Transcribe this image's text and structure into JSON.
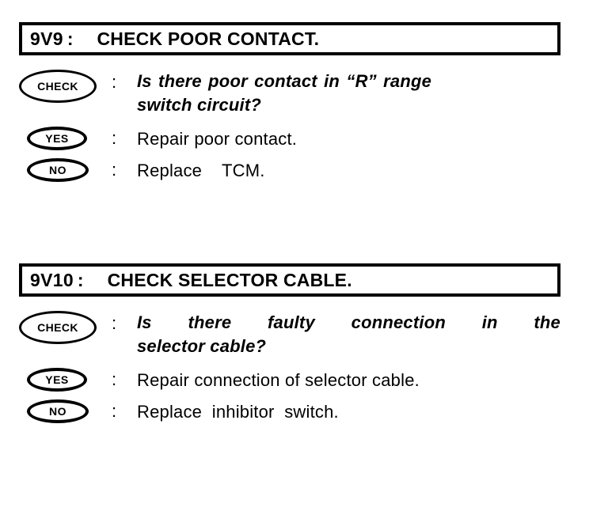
{
  "page": {
    "background_color": "#ffffff",
    "text_color": "#000000"
  },
  "steps": [
    {
      "code": "9V9",
      "separator": ":",
      "title": "CHECK POOR CONTACT.",
      "check": {
        "badge": "CHECK",
        "separator": ":",
        "question_line1": "Is there poor contact in “R” range",
        "question_line2": "switch circuit?"
      },
      "yes": {
        "badge": "YES",
        "separator": ":",
        "action": "Repair poor contact."
      },
      "no": {
        "badge": "NO",
        "separator": ":",
        "action": "Replace    TCM."
      }
    },
    {
      "code": "9V10",
      "separator": ":",
      "title": "CHECK SELECTOR CABLE.",
      "check": {
        "badge": "CHECK",
        "separator": ":",
        "question_line1": "Is there faulty connection in the",
        "question_line2": "selector cable?"
      },
      "yes": {
        "badge": "YES",
        "separator": ":",
        "action": "Repair connection of selector cable."
      },
      "no": {
        "badge": "NO",
        "separator": ":",
        "action": "Replace  inhibitor  switch."
      }
    }
  ]
}
